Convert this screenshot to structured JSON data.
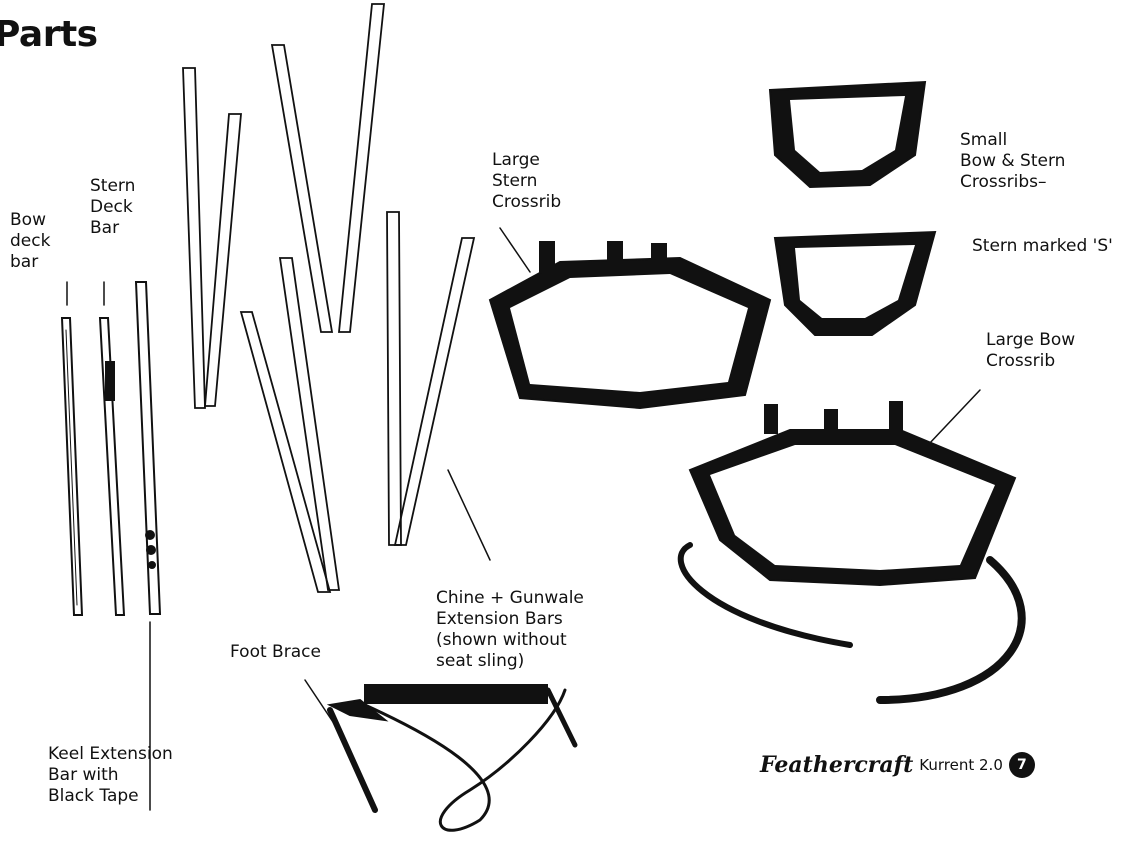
{
  "page": {
    "title": "Parts",
    "footer": {
      "brand": "Feathercraft",
      "model": "Kurrent 2.0",
      "page_number": "7"
    }
  },
  "labels": {
    "bow_deck_bar": "Bow\ndeck\nbar",
    "stern_deck_bar": "Stern\nDeck\nBar",
    "keel_extension_bar": "Keel Extension\nBar with\nBlack Tape",
    "chine_gunwale_bars": "Chine + Gunwale\nExtension Bars\n(shown without\nseat sling)",
    "foot_brace": "Foot Brace",
    "large_stern_crossrib": "Large\nStern\nCrossrib",
    "small_crossribs": "Small\nBow & Stern\nCrossribs–",
    "stern_marked": "Stern marked 'S'",
    "large_bow_crossrib": "Large Bow\nCrossrib"
  }
}
